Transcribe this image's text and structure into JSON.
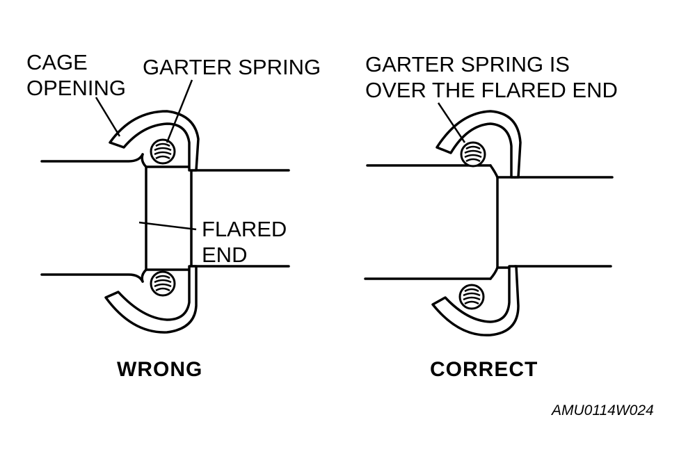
{
  "labels": {
    "cage_opening": [
      "CAGE",
      "OPENING"
    ],
    "garter_spring": "GARTER SPRING",
    "flared_end": [
      "FLARED",
      "END"
    ],
    "garter_spring_over": [
      "GARTER SPRING IS",
      "OVER THE FLARED END"
    ]
  },
  "captions": {
    "wrong": "WRONG",
    "correct": "CORRECT"
  },
  "figure_code": "AMU0114W024",
  "colors": {
    "ink": "#000000",
    "paper": "#ffffff"
  }
}
